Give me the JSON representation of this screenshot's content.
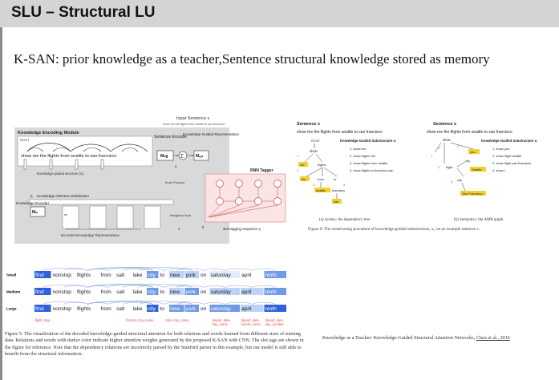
{
  "slide": {
    "title": "SLU – Structural LU",
    "subtitle": "K-SAN: prior knowledge as a teacher,Sentence structural knowledge stored as memory"
  },
  "arch": {
    "input_label": "Input Sentence  s",
    "input_sentence_small": "\"show me the flights from seattle to san francisco\"",
    "encoding_module": "Knowledge Encoding Module",
    "root": "ROOT",
    "sentence_words": "show me the flights from seattle to san francisco",
    "substructure_label": "knowledge-guided structure {xᵢ}",
    "sentence_encoder": "Sentence Encoder",
    "kg_representation": "Knowledge-Guided Representation",
    "m_kg": "Mₖg",
    "m_in": "Mᵢₙ",
    "m_out": "Mₒᵤₜ",
    "u": "u",
    "inner_product": "Inner Product",
    "attention_distribution": "Knowledge Attention Distribution",
    "p_i": "pᵢ",
    "knowledge_encoder": "Knowledge Encoder",
    "m_i": "mᵢ",
    "weighted_sum": "Weighted Sum",
    "o": "o",
    "h": "h",
    "encoded_repr": "Encoded Knowledge Representation",
    "rnn_tagger": "RNN Tagger",
    "slot_tagging": "slot tagging sequence   y",
    "sigma": "Σ"
  },
  "syntax": {
    "sentence_label": "Sentence  s",
    "sentence": "show me the flights from seattle to san francisco",
    "root": "ROOT",
    "substructure_header": "Knowledge-Guided Substructure xᵢ",
    "items": [
      "1. show me",
      "2. show flights the",
      "3. show flights from seattle",
      "4. show flights to francisco san"
    ],
    "nodes": {
      "show": "show",
      "me": "me",
      "flights": "flights",
      "the": "the",
      "from": "from",
      "to": "to",
      "seattle": "seattle",
      "francisco": "francisco",
      "san": "san"
    },
    "num1": "1",
    "num2": "2",
    "num3": "3",
    "num4": "4",
    "sub_caption": "(a) Syntax: the dependency tree"
  },
  "semantic": {
    "sentence_label": "Sentence  s",
    "sentence": "show me the flights from seattle to san francisco",
    "substructure_header": "Knowledge-Guided Substructure xᵢ",
    "items": [
      "1. show you",
      "2. show flight seattle",
      "3. show flight san francisco",
      "4. show i"
    ],
    "nodes": {
      "show": "show",
      "you": "you",
      "flight": "flight",
      "city1": "city",
      "seattle": "Seattle",
      "city2": "city",
      "sf": "San Francisco",
      "i": "I"
    },
    "num1": "1",
    "num2": "2",
    "num3": "3",
    "num4": "4",
    "sub_caption": "(b) Semantics: the AMR graph"
  },
  "fig_caption": "Figure 6: The constructing procedure of knowledge-guided substructures, xᵢ, on an example sentence s.",
  "attention": {
    "rows": [
      {
        "label": "Small",
        "tokens": [
          "find",
          "nonstop",
          "flights",
          "from",
          "salt",
          "lake",
          "city",
          "to",
          "new",
          "york",
          "on",
          "saturday",
          "april",
          "ninth"
        ]
      },
      {
        "label": "Medium",
        "tokens": [
          "find",
          "nonstop",
          "flights",
          "from",
          "salt",
          "lake",
          "city",
          "to",
          "new",
          "york",
          "on",
          "saturday",
          "april",
          "ninth"
        ]
      },
      {
        "label": "Large",
        "tokens": [
          "find",
          "nonstop",
          "flights",
          "from",
          "salt",
          "lake",
          "city",
          "to",
          "new",
          "york",
          "on",
          "saturday",
          "april",
          "ninth"
        ]
      }
    ],
    "slot_tags": [
      "flight_stop",
      "fromloc.city_name",
      "toloc.city_name",
      "depart_date. day_name",
      "depart_date. month_name",
      "depart_date. day_number"
    ],
    "colors": {
      "dark": "#2f62d9",
      "medium": "#6f9ae6",
      "light": "#bcd3f5",
      "pale": "#e2ecfb",
      "tag": "#e05050"
    }
  },
  "caption": "Figure 5: The visualization of the decoded knowledge-guided structural attention for both relations and words learned from different sizes of training data. Relations and words with darker color indicate higher attention weights generated by the proposed K-SAN with CNN. The slot tags are shown in the figure for reference. Note that the dependency relations are incorrectly parsed by the Stanford parser in this example, but our model is still able to benefit from the structural information.",
  "reference": {
    "text": "Knowledge as a Teacher: Knowledge-Guided Structural Attention Networks, ",
    "link": "Chen et al., 2016"
  }
}
